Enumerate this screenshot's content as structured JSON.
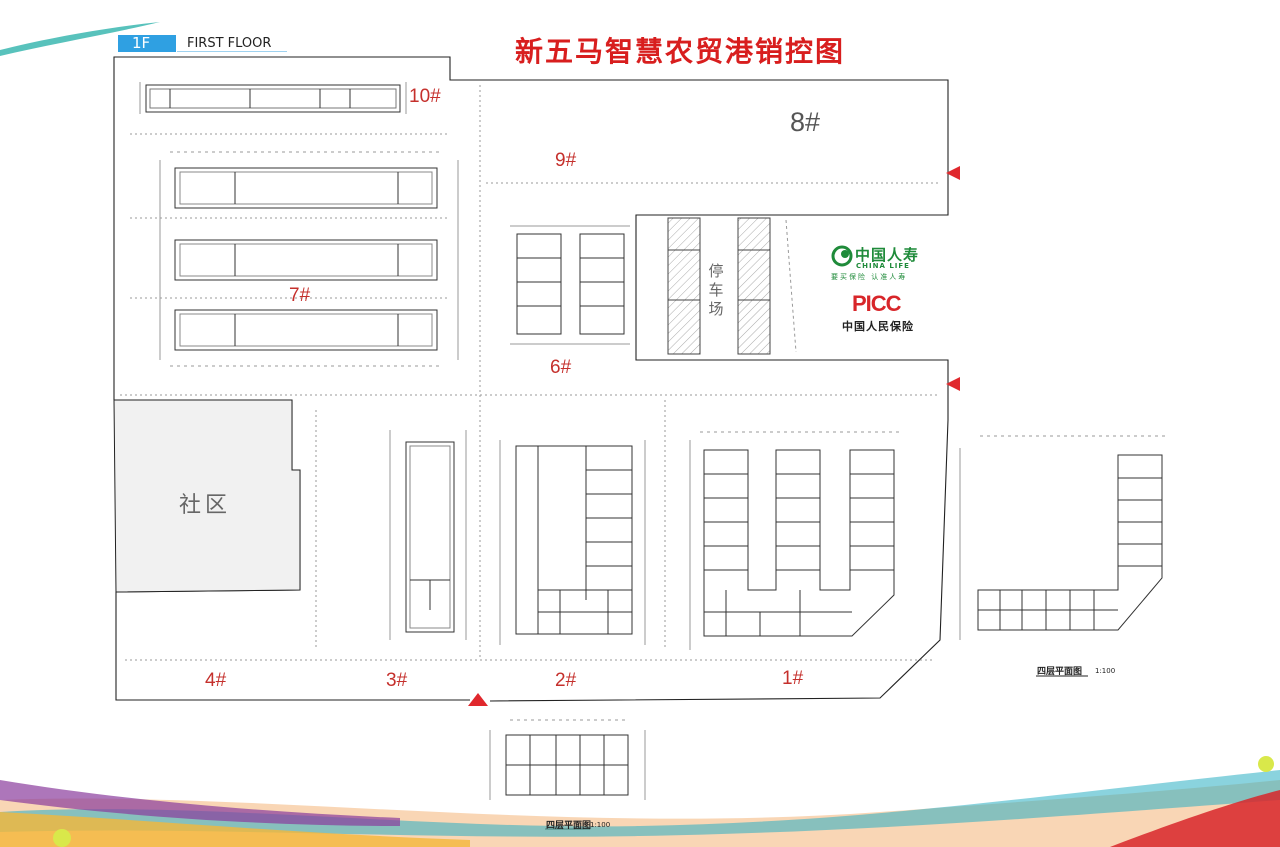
{
  "header": {
    "floor_code": "1F",
    "floor_name": "FIRST FLOOR",
    "title": "新五马智慧农贸港销控图"
  },
  "buildings": {
    "b1": "1#",
    "b2": "2#",
    "b3": "3#",
    "b4": "4#",
    "b6": "6#",
    "b7": "7#",
    "b8": "8#",
    "b9": "9#",
    "b10": "10#"
  },
  "areas": {
    "community": "社区",
    "parking_1": "停",
    "parking_2": "车",
    "parking_3": "场"
  },
  "plans": {
    "right_caption": "四层平面图",
    "right_scale": "1:100",
    "bottom_caption": "四层平面图",
    "bottom_scale": "1:100"
  },
  "logos": {
    "china_life_cn": "中国人寿",
    "china_life_en": "CHINA LIFE",
    "china_life_slogan": "要买保险 认准人寿",
    "picc": "PICC",
    "picc_cn": "中国人民保险"
  },
  "colors": {
    "title_red": "#d81e1e",
    "label_red": "#c5302c",
    "entrance_red": "#e0282d",
    "badge_blue": "#2fa0e2",
    "china_life_green": "#1f8b3a"
  }
}
